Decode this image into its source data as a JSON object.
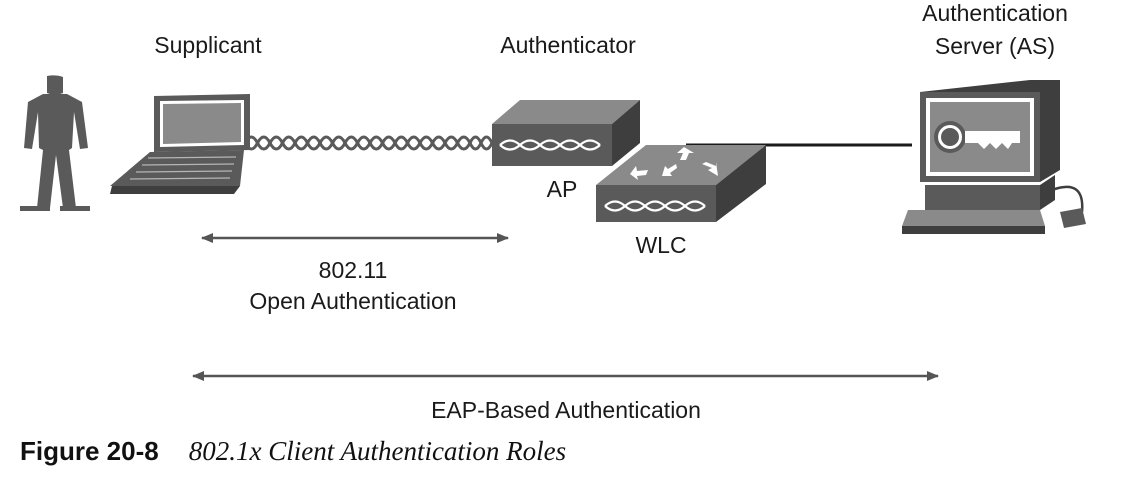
{
  "roles": {
    "supplicant": "Supplicant",
    "authenticator": "Authenticator",
    "server_line1": "Authentication",
    "server_line2": "Server (AS)"
  },
  "devices": {
    "ap": "AP",
    "wlc": "WLC"
  },
  "links": {
    "open_auth_line1": "802.11",
    "open_auth_line2": "Open Authentication",
    "eap_auth": "EAP-Based Authentication"
  },
  "figure": {
    "number": "Figure 20-8",
    "title": "802.1x Client Authentication Roles"
  },
  "colors": {
    "icon_dark": "#5a5a5a",
    "icon_light": "#8a8a8a",
    "arrow": "#555555",
    "text": "#1a1a1a"
  }
}
